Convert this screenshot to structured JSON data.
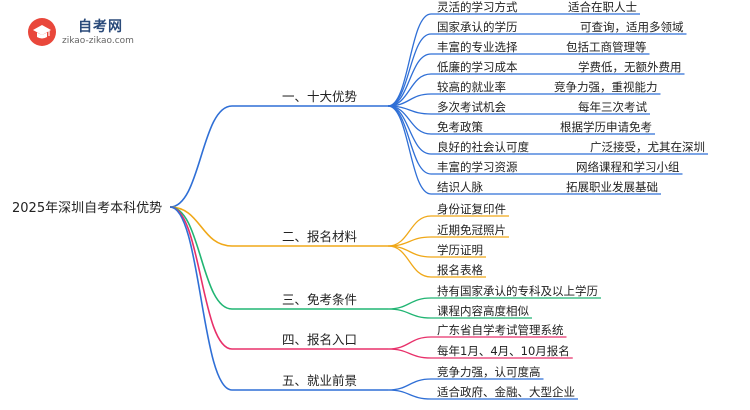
{
  "logo": {
    "title": "自考网",
    "subtitle": "zikao-zikao.com",
    "icon": "graduation-cap-icon",
    "color": "#e9473b"
  },
  "root": "2025年深圳自考本科优势",
  "branches": [
    {
      "label": "一、十大优势",
      "color": "#2f6fd6",
      "items": [
        {
          "text": "灵活的学习方式",
          "value": "适合在职人士"
        },
        {
          "text": "国家承认的学历",
          "value": "可查询，适用多领域"
        },
        {
          "text": "丰富的专业选择",
          "value": "包括工商管理等"
        },
        {
          "text": "低廉的学习成本",
          "value": "学费低，无额外费用"
        },
        {
          "text": "较高的就业率",
          "value": "竞争力强，重视能力"
        },
        {
          "text": "多次考试机会",
          "value": "每年三次考试"
        },
        {
          "text": "免考政策",
          "value": "根据学历申请免考"
        },
        {
          "text": "良好的社会认可度",
          "value": "广泛接受，尤其在深圳"
        },
        {
          "text": "丰富的学习资源",
          "value": "网络课程和学习小组"
        },
        {
          "text": "结识人脉",
          "value": "拓展职业发展基础"
        }
      ]
    },
    {
      "label": "二、报名材料",
      "color": "#f0a818",
      "items": [
        {
          "text": "身份证复印件"
        },
        {
          "text": "近期免冠照片"
        },
        {
          "text": "学历证明"
        },
        {
          "text": "报名表格"
        }
      ]
    },
    {
      "label": "三、免考条件",
      "color": "#21b573",
      "items": [
        {
          "text": "持有国家承认的专科及以上学历"
        },
        {
          "text": "课程内容高度相似"
        }
      ]
    },
    {
      "label": "四、报名入口",
      "color": "#e8306a",
      "items": [
        {
          "text": "广东省自学考试管理系统"
        },
        {
          "text": "每年1月、4月、10月报名"
        }
      ]
    },
    {
      "label": "五、就业前景",
      "color": "#2f6fd6",
      "items": [
        {
          "text": "竞争力强，认可度高"
        },
        {
          "text": "适合政府、金融、大型企业"
        }
      ]
    }
  ]
}
